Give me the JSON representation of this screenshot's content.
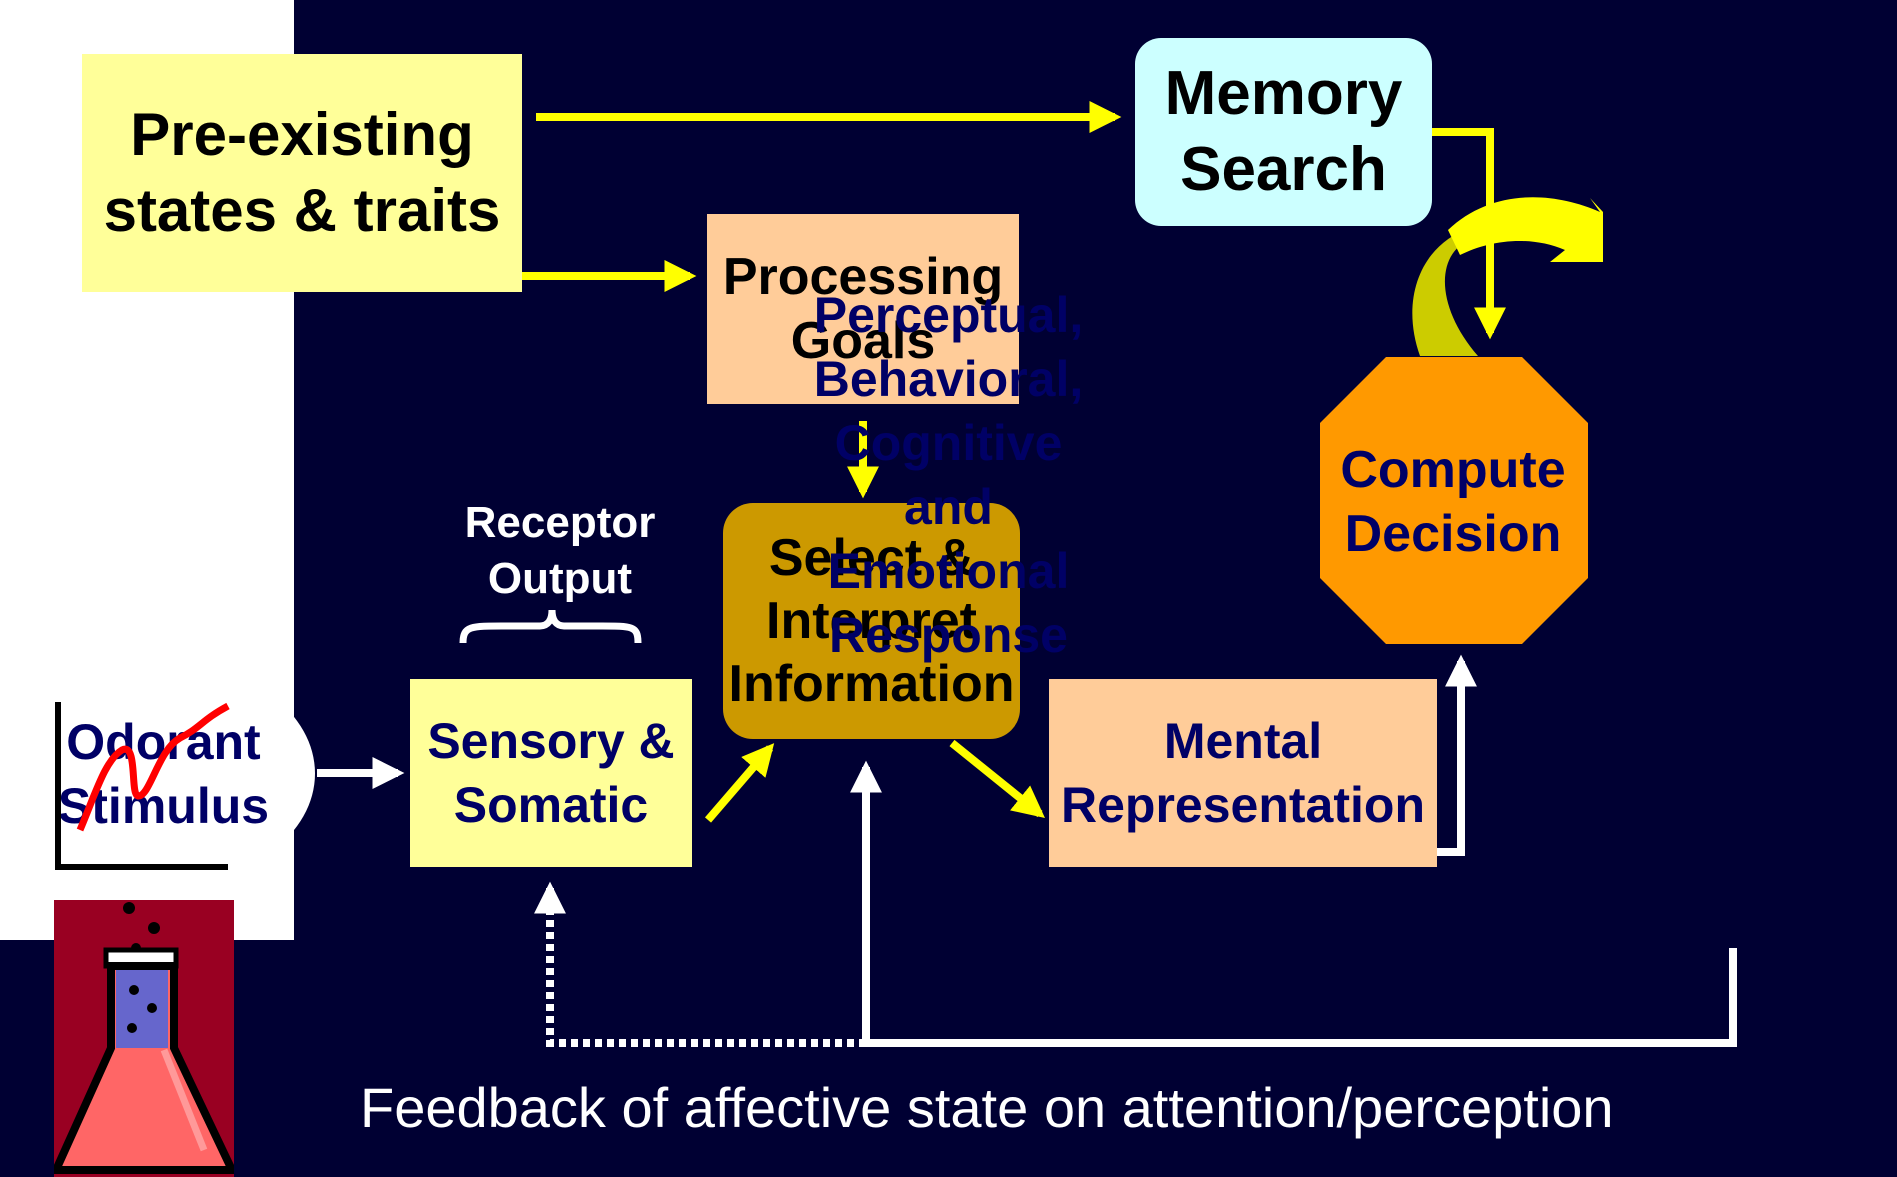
{
  "boxes": {
    "preexisting": "Pre-existing\nstates & traits",
    "memory": "Memory\nSearch",
    "goals": "Processing\nGoals",
    "select": "Select &\nInterpret\nInformation",
    "sensory": "Sensory &\nSomatic",
    "mental": "Mental\nRepresentation",
    "odorant": "Odorant\nStimulus",
    "decision": "Compute\nDecision",
    "response": "Perceptual,\nBehavioral,\nCognitive\nand\nEmotional\nResponse"
  },
  "receptor_label": "Receptor\nOutput",
  "feedback_caption": "Feedback of affective state on attention/perception",
  "icons": [
    "line-graph-icon",
    "flask-icon"
  ],
  "colors": {
    "background": "#000033",
    "yellow_arrow": "#ffff00",
    "white_arrow": "#ffffff",
    "preexisting": "#ffff99",
    "memory": "#ccffff",
    "goals": "#ffcc99",
    "select": "#cc9900",
    "decision": "#ff9900",
    "text_navy": "#000066",
    "graph_line": "#ff0000"
  }
}
